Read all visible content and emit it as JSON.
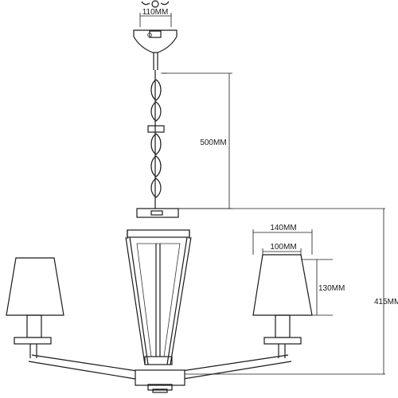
{
  "drawing": {
    "dimensions": {
      "canopy_width": "110MM",
      "chain_length": "500MM",
      "shade_outer_width": "140MM",
      "shade_inner_width": "100MM",
      "shade_height": "130MM",
      "body_height": "415MM"
    }
  }
}
